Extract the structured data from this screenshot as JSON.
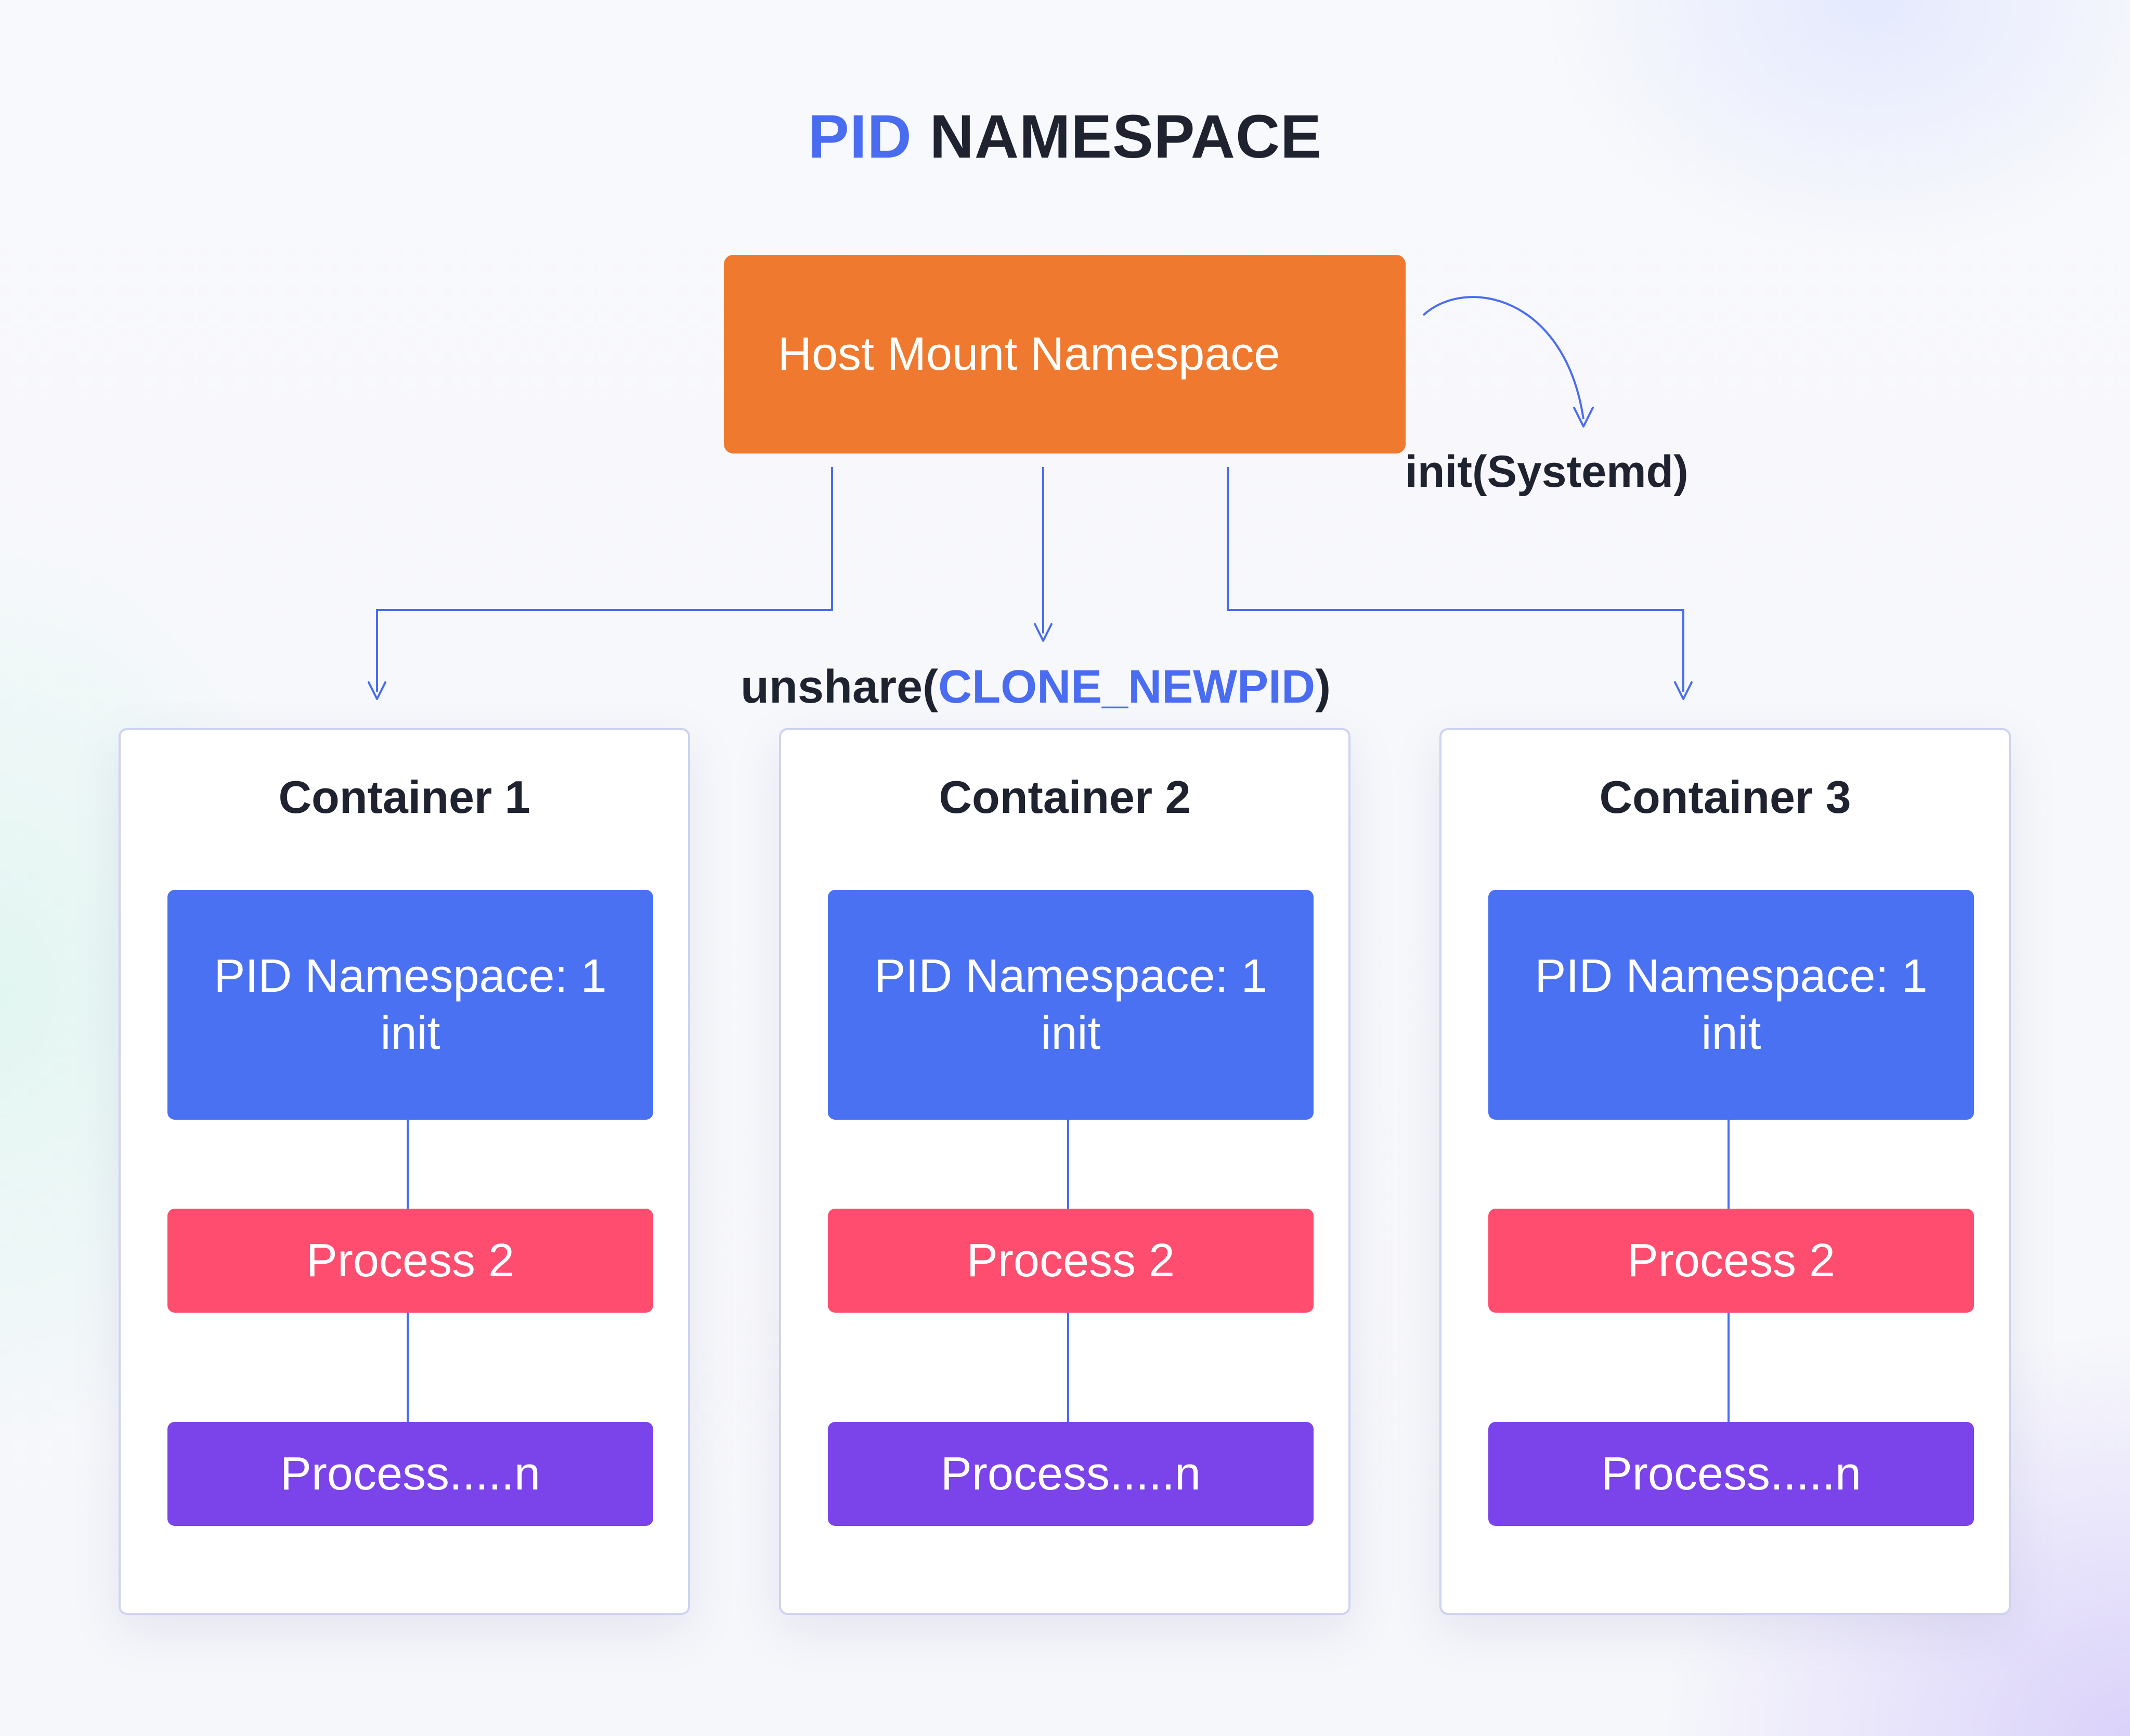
{
  "title": {
    "accent": "PID",
    "main": "NAMESPACE"
  },
  "host": {
    "label": "Host Mount Namespace"
  },
  "init_label": "init(Systemd)",
  "unshare": {
    "prefix": "unshare(",
    "flag": "CLONE_NEWPID",
    "suffix": ")"
  },
  "containers": [
    {
      "title": "Container 1",
      "pid_line1": "PID Namespace: 1",
      "pid_line2": "init",
      "process2": "Process 2",
      "processn": "Process.....n"
    },
    {
      "title": "Container 2",
      "pid_line1": "PID Namespace: 1",
      "pid_line2": "init",
      "process2": "Process 2",
      "processn": "Process.....n"
    },
    {
      "title": "Container 3",
      "pid_line1": "PID Namespace: 1",
      "pid_line2": "init",
      "process2": "Process 2",
      "processn": "Process.....n"
    }
  ],
  "colors": {
    "accent_blue": "#4a6cf0",
    "host_orange": "#ef7a2f",
    "pid_blue": "#4a71f1",
    "process_red": "#fe4d6e",
    "process_purple": "#7b43ea",
    "text_dark": "#1f2330"
  }
}
